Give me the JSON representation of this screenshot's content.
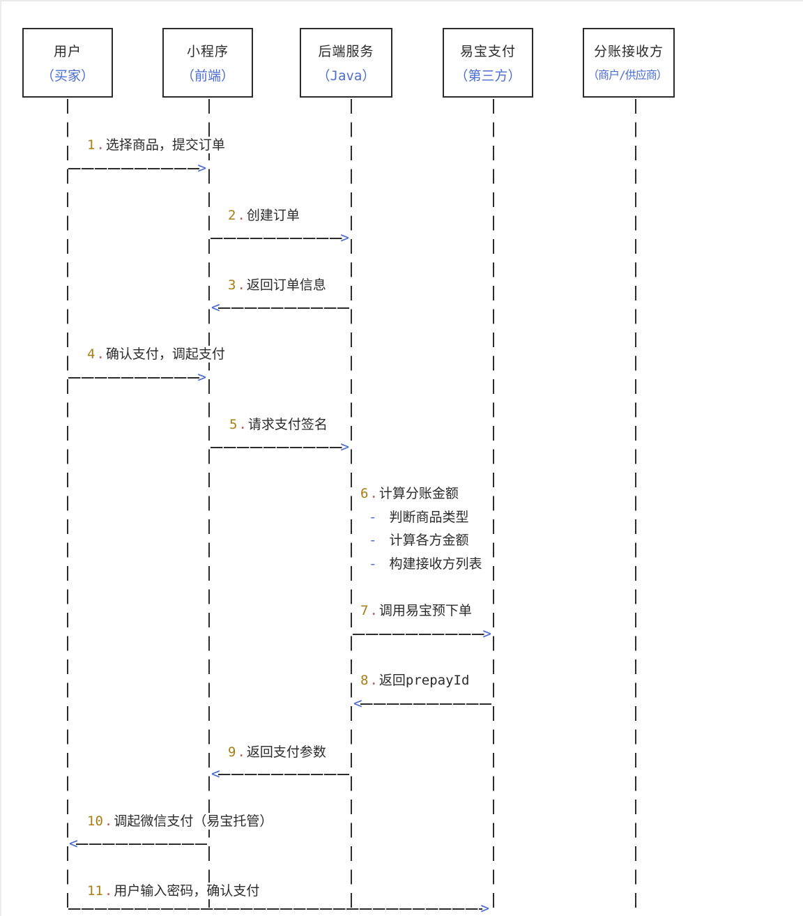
{
  "diagram": {
    "title": "payment-split-sequence-diagram",
    "colors": {
      "ink": "#2b2b2b",
      "accent_blue": "#4a6bd4",
      "number_gold": "#a87d12",
      "dot_red": "#bf564d",
      "background": "#ffffff"
    },
    "glyphs": {
      "dot": ".",
      "arrow_right": ">",
      "arrow_left": "<",
      "bullet_dash": "-"
    },
    "actors": [
      {
        "name": "用户",
        "sub": "（买家）"
      },
      {
        "name": "小程序",
        "sub": "（前端）"
      },
      {
        "name": "后端服务",
        "sub": "（Java）"
      },
      {
        "name": "易宝支付",
        "sub": "（第三方）"
      },
      {
        "name": "分账接收方",
        "sub": "（商户/供应商）"
      }
    ],
    "messages": [
      {
        "num": "1",
        "text": "选择商品，提交订单",
        "from": "用户",
        "to": "小程序",
        "direction": "right"
      },
      {
        "num": "2",
        "text": "创建订单",
        "from": "小程序",
        "to": "后端服务",
        "direction": "right"
      },
      {
        "num": "3",
        "text": "返回订单信息",
        "from": "后端服务",
        "to": "小程序",
        "direction": "left"
      },
      {
        "num": "4",
        "text": "确认支付，调起支付",
        "from": "用户",
        "to": "小程序",
        "direction": "right"
      },
      {
        "num": "5",
        "text": "请求支付签名",
        "from": "小程序",
        "to": "后端服务",
        "direction": "right"
      },
      {
        "num": "6",
        "text": "计算分账金额",
        "from": "后端服务",
        "to": "后端服务",
        "direction": "self",
        "bullets": [
          "判断商品类型",
          "计算各方金额",
          "构建接收方列表"
        ]
      },
      {
        "num": "7",
        "text": "调用易宝预下单",
        "from": "后端服务",
        "to": "易宝支付",
        "direction": "right"
      },
      {
        "num": "8",
        "text": "返回prepayId",
        "from": "易宝支付",
        "to": "后端服务",
        "direction": "left"
      },
      {
        "num": "9",
        "text": "返回支付参数",
        "from": "后端服务",
        "to": "小程序",
        "direction": "left"
      },
      {
        "num": "10",
        "text": "调起微信支付（易宝托管）",
        "from": "小程序",
        "to": "用户",
        "direction": "left"
      },
      {
        "num": "11",
        "text": "用户输入密码，确认支付",
        "from": "用户",
        "to": "易宝支付",
        "direction": "right"
      }
    ]
  }
}
